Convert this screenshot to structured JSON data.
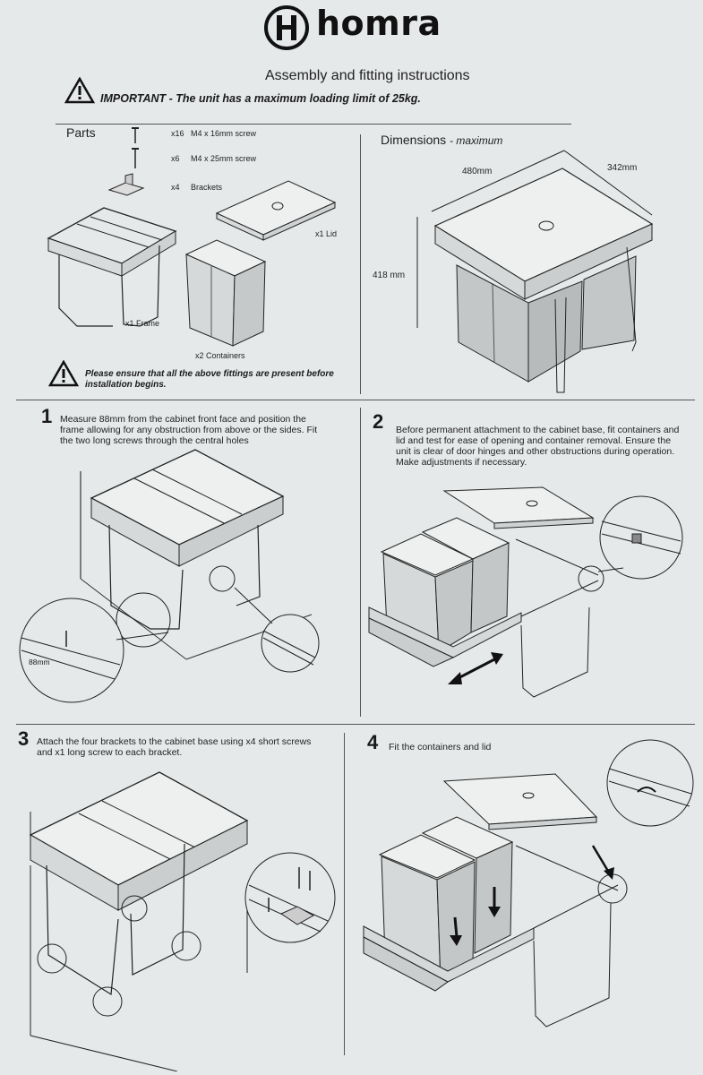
{
  "header": {
    "brand": "homra",
    "subtitle": "Assembly and fitting instructions",
    "important": "IMPORTANT - The unit has a maximum loading limit of 25kg."
  },
  "parts": {
    "title": "Parts",
    "items": [
      {
        "qty": "x16",
        "desc": "M4 x 16mm screw"
      },
      {
        "qty": "x6",
        "desc": "M4 x 25mm screw"
      },
      {
        "qty": "x4",
        "desc": "Brackets"
      }
    ],
    "lid": "x1 Lid",
    "frame": "x1 Frame",
    "containers": "x2 Containers",
    "check_note": "Please ensure that all the above fittings are present before installation begins."
  },
  "dimensions": {
    "title": "Dimensions",
    "title_suffix": "- maximum",
    "width": "480mm",
    "depth": "342mm",
    "height": "418 mm"
  },
  "steps": [
    {
      "num": "1",
      "text": "Measure 88mm from the cabinet front face and position the frame allowing for any obstruction from above or the sides. Fit the two long screws through the central holes",
      "callout": "88mm"
    },
    {
      "num": "2",
      "text": "Before permanent attachment to the cabinet base, fit containers and lid and test for ease of opening and container removal. Ensure the unit is clear of door hinges and other obstructions during operation. Make adjustments if necessary."
    },
    {
      "num": "3",
      "text": "Attach the four brackets to the cabinet base using x4 short screws and x1 long screw to each bracket."
    },
    {
      "num": "4",
      "text": "Fit the containers and lid"
    }
  ],
  "colors": {
    "background": "#e6e9ea",
    "ink": "#1a1a1a"
  }
}
